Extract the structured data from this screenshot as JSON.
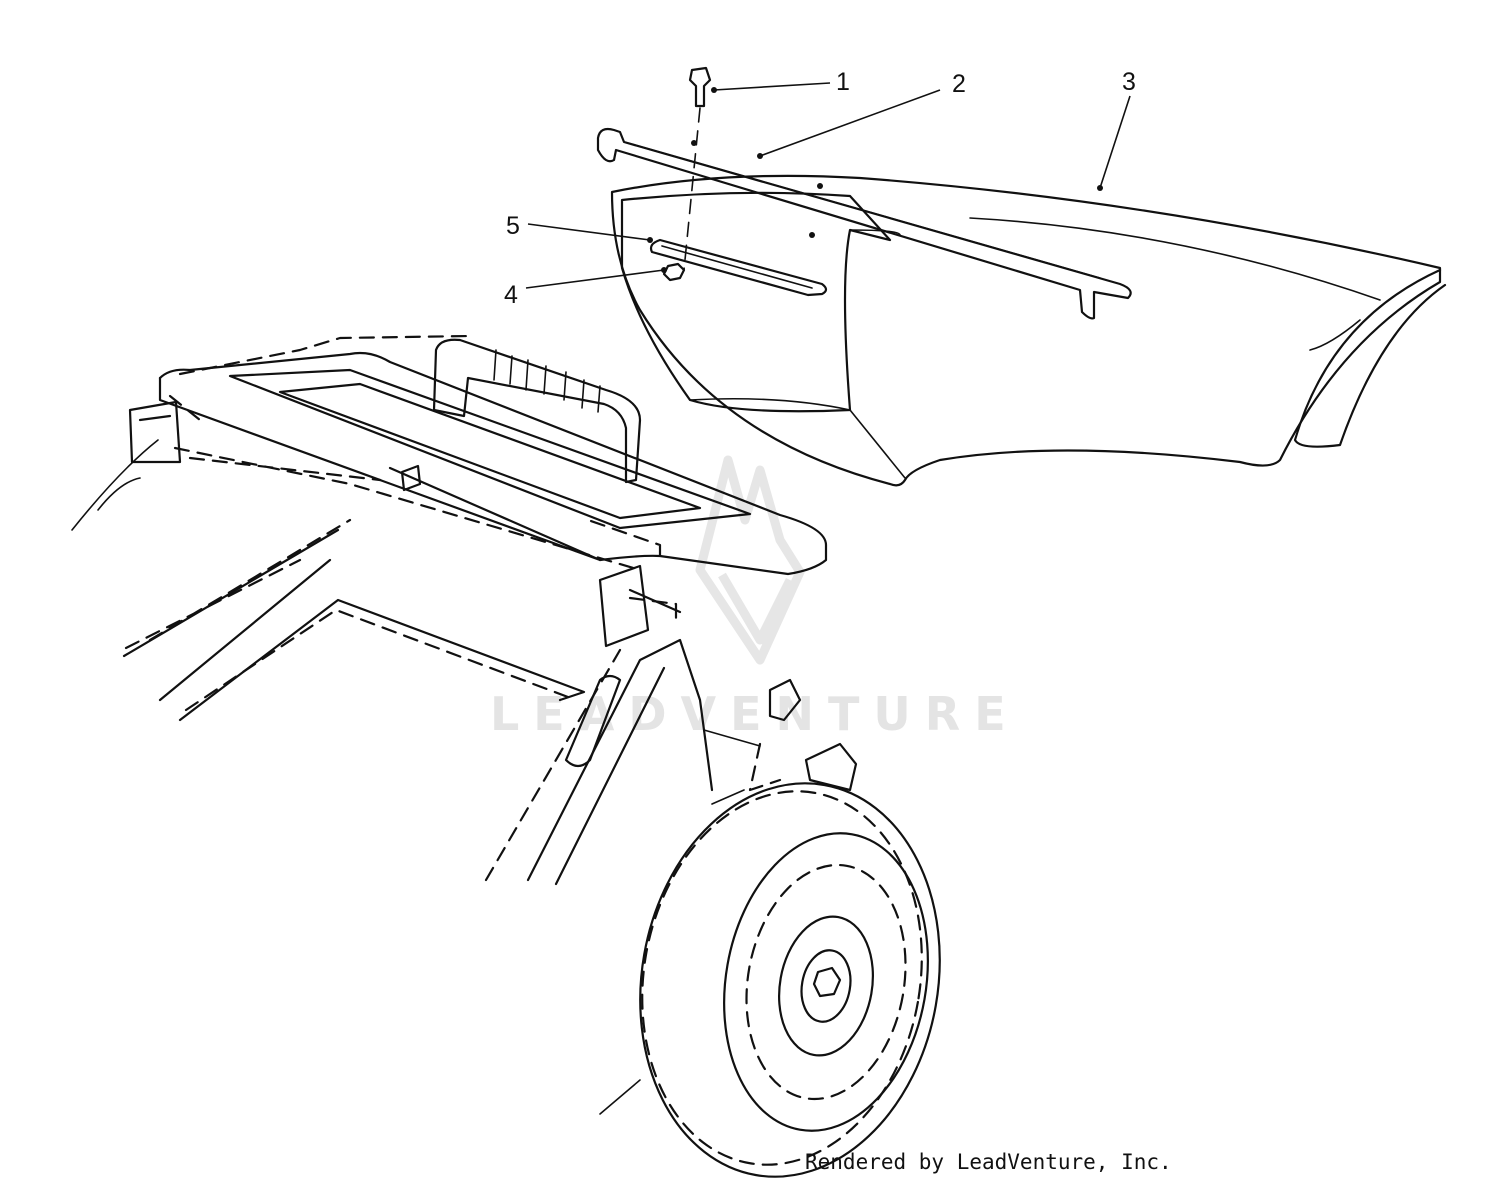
{
  "callouts": [
    {
      "id": "1",
      "label": "1"
    },
    {
      "id": "2",
      "label": "2"
    },
    {
      "id": "3",
      "label": "3"
    },
    {
      "id": "4",
      "label": "4"
    },
    {
      "id": "5",
      "label": "5"
    }
  ],
  "watermark": "LEADVENTURE",
  "credit": "Rendered by LeadVenture, Inc.",
  "colors": {
    "line": "#111111",
    "background": "#ffffff",
    "watermark": "#e4e4e4"
  }
}
